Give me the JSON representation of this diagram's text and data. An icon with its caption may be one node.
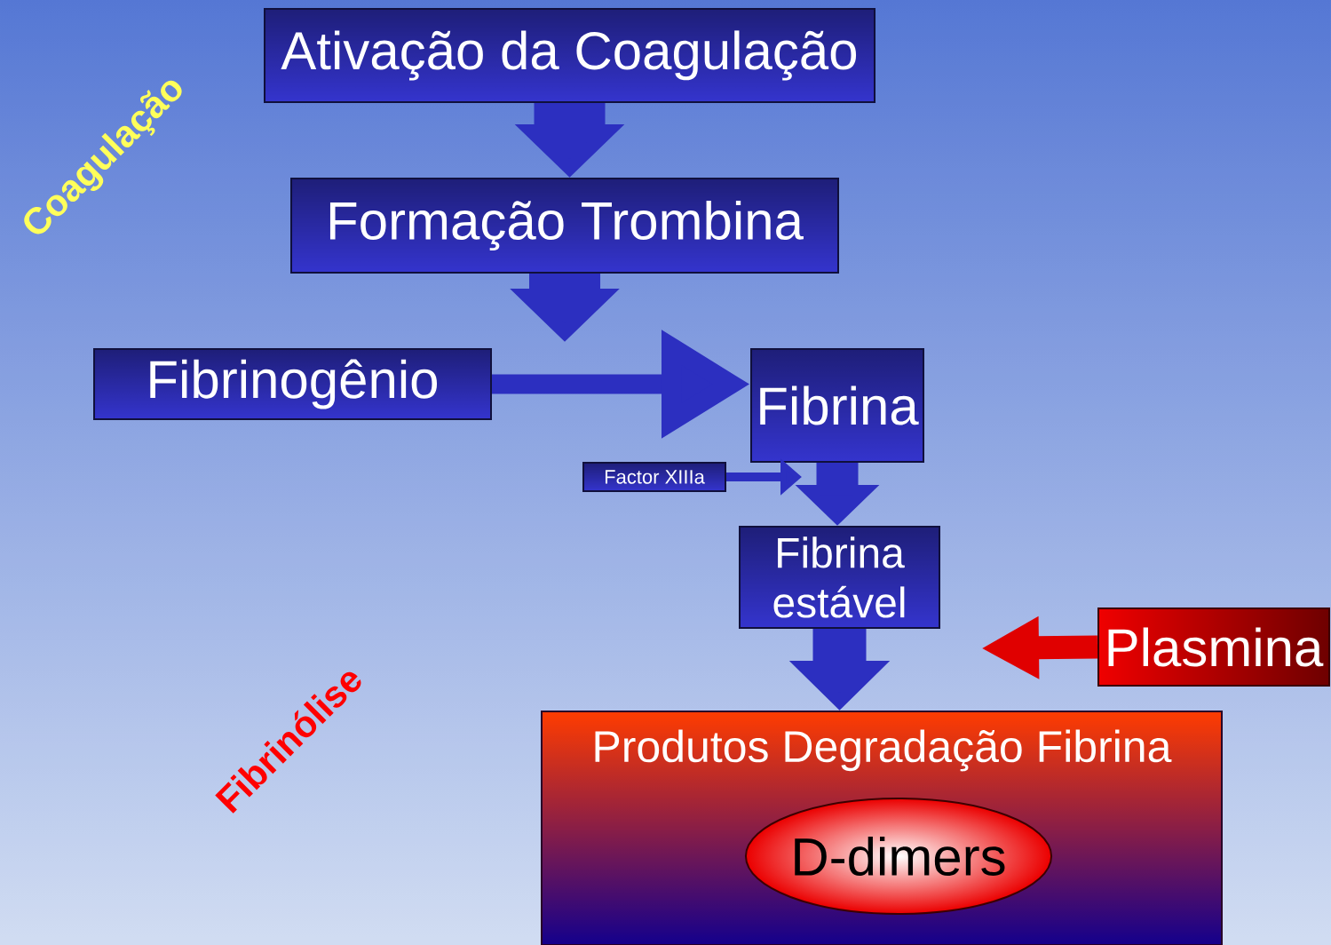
{
  "diagram": {
    "nodes": [
      {
        "text": [
          "Ativação da Coagulação"
        ]
      },
      {
        "text": [
          "Formação Trombina"
        ]
      },
      {
        "text": [
          "Fibrinogênio"
        ]
      },
      {
        "text": [
          "Fibrina"
        ]
      },
      {
        "text": [
          "Factor XIIIa"
        ]
      },
      {
        "text": [
          "Fibrina estável"
        ]
      },
      {
        "text": [
          "Plasmina"
        ]
      },
      {
        "text": [
          "Produtos Degradação Fibrina"
        ]
      },
      {
        "text": [
          "D-dimers"
        ],
        "in": 7
      }
    ],
    "edges": [
      {
        "from": 0,
        "to": 1,
        "arrow": "to"
      },
      {
        "from": 1,
        "to": null,
        "arrow": "to"
      },
      {
        "from": 2,
        "to": 3,
        "arrow": "to"
      },
      {
        "from": 4,
        "to": 3,
        "arrow": "to"
      },
      {
        "from": 3,
        "to": 5,
        "arrow": "to"
      },
      {
        "from": 5,
        "to": 7,
        "arrow": "to"
      },
      {
        "from": 6,
        "to": null,
        "arrow": "to",
        "color": "#e00000"
      }
    ],
    "labels": [
      "Coagulação",
      "Fibrinólise"
    ]
  }
}
